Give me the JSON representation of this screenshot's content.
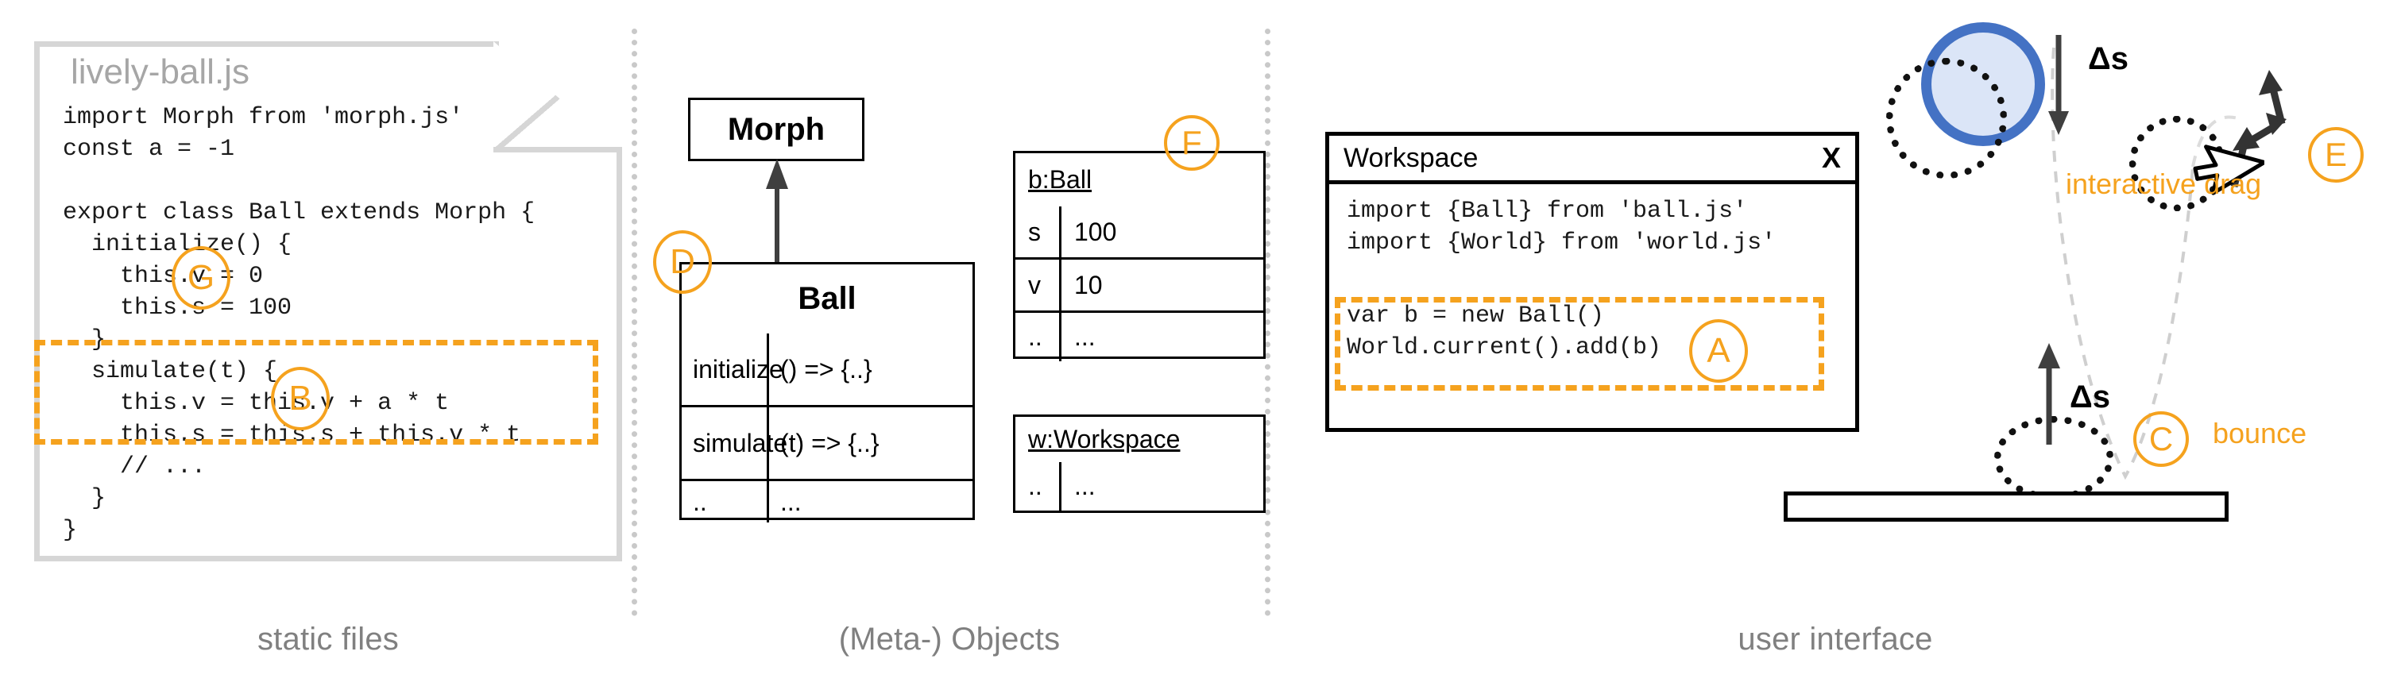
{
  "columns": [
    {
      "id": "static-files",
      "caption": "static files"
    },
    {
      "id": "meta-objects",
      "caption": "(Meta-) Objects"
    },
    {
      "id": "user-interface",
      "caption": "user interface"
    }
  ],
  "document": {
    "title": "lively-ball.js",
    "code": "import Morph from 'morph.js'\nconst a = -1\n\nexport class Ball extends Morph {\n  initialize() {\n    this.v = 0\n    this.s = 100\n  }\n  simulate(t) {\n    this.v = this.v + a * t\n    this.s = this.s + this.v * t\n    // ...\n  }\n}"
  },
  "markers": {
    "a": "A",
    "b": "B",
    "c": "C",
    "d": "D",
    "e": "E",
    "f": "F",
    "g": "G"
  },
  "uml": {
    "superclass": {
      "name": "Morph"
    },
    "class": {
      "name": "Ball",
      "rows": [
        {
          "key": "initialize",
          "value": "() => {..}"
        },
        {
          "key": "simulate",
          "value": "(t) => {..}"
        },
        {
          "key": "..",
          "value": "..."
        }
      ]
    }
  },
  "objects": [
    {
      "id": "b-ball",
      "title": "b:Ball",
      "rows": [
        {
          "key": "s",
          "value": "100"
        },
        {
          "key": "v",
          "value": "10"
        },
        {
          "key": "..",
          "value": "..."
        }
      ]
    },
    {
      "id": "w-workspace",
      "title": "w:Workspace",
      "rows": [
        {
          "key": "..",
          "value": "..."
        }
      ]
    }
  ],
  "workspace": {
    "title": "Workspace",
    "close_label": "X",
    "imports": "import {Ball} from 'ball.js'\nimport {World} from 'world.js'",
    "snippet": "var b = new Ball()\nWorld.current().add(b)"
  },
  "scene": {
    "delta_label_top": "Δs",
    "delta_label_bottom": "Δs",
    "drag_label": "interactive drag",
    "bounce_label": "bounce"
  },
  "colors": {
    "accent": "#f5a21e",
    "ball_fill": "#dbe5f7",
    "ball_stroke": "#4472c4",
    "caption": "#808080",
    "doc_border": "#d6d6d6"
  }
}
